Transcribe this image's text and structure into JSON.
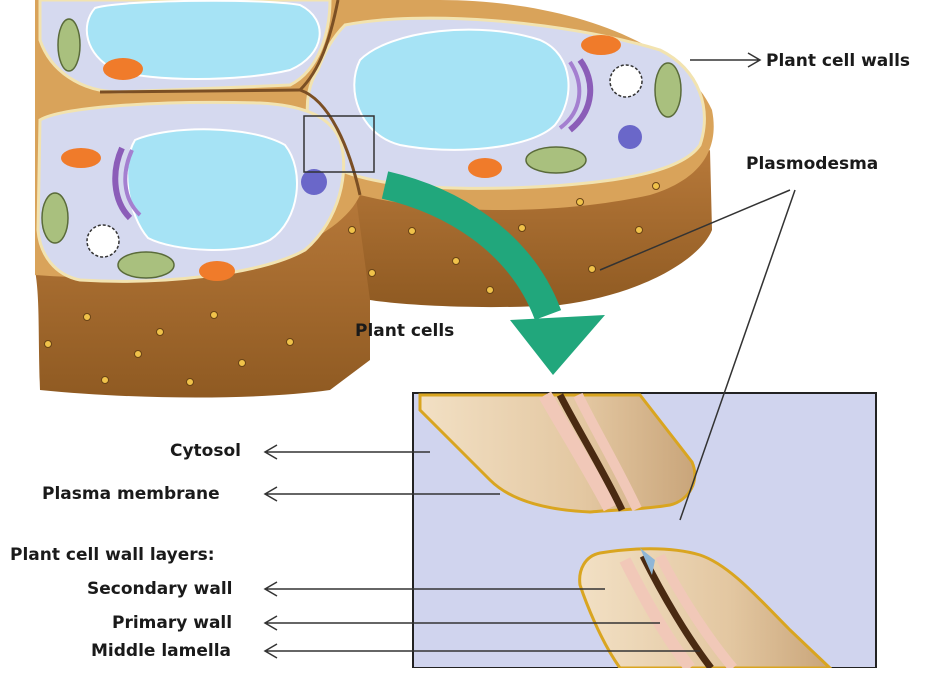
{
  "labels": {
    "plant_cell_walls": "Plant cell walls",
    "plasmodesma": "Plasmodesma",
    "plant_cells": "Plant cells",
    "cytosol": "Cytosol",
    "plasma_membrane": "Plasma membrane",
    "plant_cell_wall_layers": "Plant cell wall layers:",
    "secondary_wall": "Secondary wall",
    "primary_wall": "Primary wall",
    "middle_lamella": "Middle lamella"
  },
  "colors": {
    "cell_wall": "#a86a2c",
    "cell_wall_light": "#d9a35a",
    "cytoplasm": "#d5d9ef",
    "vacuole": "#a6e3f5",
    "mitochondrion": "#f07b2a",
    "chloroplast": "#a9c07e",
    "golgi": "#8b5db8",
    "arrow_green": "#21a77c",
    "inset_bg": "#d0d4ee",
    "wall_tan": "#e7cfae",
    "membrane_gold": "#d9a520"
  }
}
